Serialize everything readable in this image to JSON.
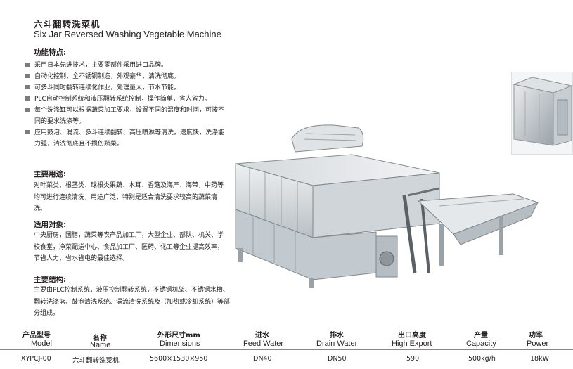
{
  "title_cn": "六斗翻转洗菜机",
  "title_en": "Six Jar Reversed Washing Vegetable Machine",
  "features_heading": "功能特点:",
  "features": [
    "采用日本先进技术，主要零部件采用进口品牌。",
    "自动化控制，全不锈钢制造，外观豪华，清洗彻底。",
    "可多斗同时翻转连续化作业，处理量大，节水节能。",
    "PLC自动控制系统和液压翻转系统控制，操作简单，省人省力。",
    "每个洗涤缸可以根据蔬菜加工要求，设置不同的温度和时间，可按不同的要求洗涤等。",
    "应用鼓泡、涡流、多斗连续翻转、高压喷淋等清洗，速度快，洗涤能力强，清洗彻底且不损伤蔬菜。"
  ],
  "uses_heading": "主要用途:",
  "uses_text": "对叶菜类、根茎类、球根类果蔬、木耳、香菇及海产、海带，中药等均可进行连续清洗，用途广泛，特别是适合清洗要求较高的蔬菜清洗。",
  "targets_heading": "适用对象:",
  "targets_text": "中央厨房，团膳，蔬菜等农产品加工厂，大型企业、部队、机关、学校食堂，净菜配送中心、食品加工厂、医药、化工等企业提高效率，节省人力、省水省电的最佳选择。",
  "structure_heading": "主要结构:",
  "structure_text": "主要由PLC控制系统，液压控制翻转系统，不锈钢机架、不锈钢水槽、翻转洗涤篮、鼓泡清洗系统、涡流清洗系统及（加热或冷却系统）等部分组成。",
  "table": {
    "headers": [
      {
        "cn": "产品型号",
        "en": "Model"
      },
      {
        "cn": "名称",
        "en": "Name"
      },
      {
        "cn": "外形尺寸mm",
        "en": "Dimensions"
      },
      {
        "cn": "进水",
        "en": "Feed Water"
      },
      {
        "cn": "排水",
        "en": "Drain Water"
      },
      {
        "cn": "出口高度",
        "en": "High Export"
      },
      {
        "cn": "产量",
        "en": "Capacity"
      },
      {
        "cn": "功率",
        "en": "Power"
      }
    ],
    "row": [
      "XYPCJ-00",
      "六斗翻转洗菜机",
      "5600×1530×950",
      "DN40",
      "DN50",
      "590",
      "500kg/h",
      "18kW"
    ]
  }
}
